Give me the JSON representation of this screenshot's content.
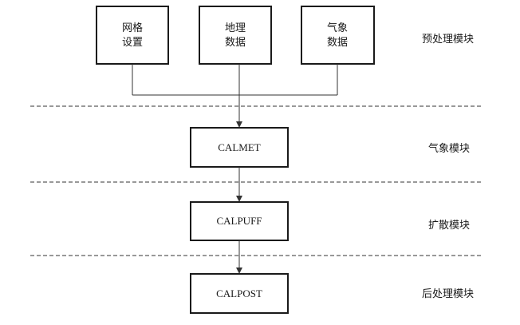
{
  "inputs": {
    "grid": {
      "line1": "网格",
      "line2": "设置"
    },
    "geo": {
      "line1": "地理",
      "line2": "数据"
    },
    "met": {
      "line1": "气象",
      "line2": "数据"
    }
  },
  "processes": {
    "calmet": "CALMET",
    "calpuff": "CALPUFF",
    "calpost": "CALPOST"
  },
  "modules": {
    "preprocess": "预处理模块",
    "meteorology": "气象模块",
    "dispersion": "扩散模块",
    "postprocess": "后处理模块"
  }
}
